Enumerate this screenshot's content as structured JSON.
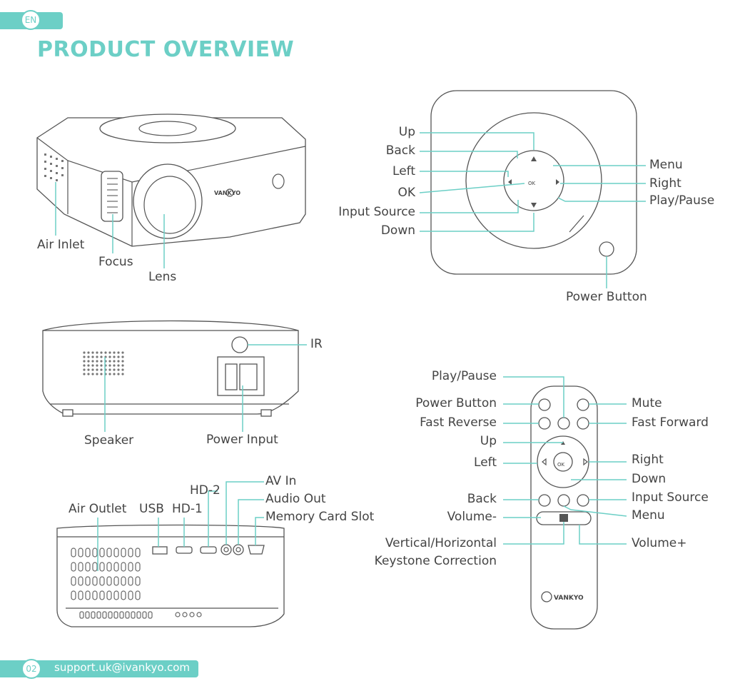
{
  "header": {
    "lang": "EN",
    "title": "PRODUCT OVERVIEW"
  },
  "top_view": {
    "brand": "VANKYO",
    "labels": {
      "air_inlet": "Air Inlet",
      "focus": "Focus",
      "lens": "Lens"
    }
  },
  "control_panel": {
    "labels": {
      "up": "Up",
      "back": "Back",
      "left": "Left",
      "ok": "OK",
      "input_source": "Input Source",
      "down": "Down",
      "menu": "Menu",
      "right": "Right",
      "play_pause": "Play/Pause",
      "power_button": "Power Button"
    },
    "ok_text": "OK"
  },
  "rear_view": {
    "labels": {
      "ir": "IR",
      "speaker": "Speaker",
      "power_input": "Power Input"
    }
  },
  "side_view": {
    "labels": {
      "air_outlet": "Air Outlet",
      "usb": "USB",
      "hd1": "HD-1",
      "hd2": "HD-2",
      "av_in": "AV In",
      "audio_out": "Audio Out",
      "memory_card_slot": "Memory Card Slot"
    }
  },
  "remote": {
    "brand": "VANKYO",
    "ok_text": "OK",
    "labels": {
      "play_pause": "Play/Pause",
      "power_button": "Power Button",
      "fast_reverse": "Fast Reverse",
      "up": "Up",
      "left": "Left",
      "back": "Back",
      "volume_minus": "Volume-",
      "keystone_1": "Vertical/Horizontal",
      "keystone_2": "Keystone Correction",
      "mute": "Mute",
      "fast_forward": "Fast Forward",
      "right": "Right",
      "down": "Down",
      "input_source": "Input Source",
      "menu": "Menu",
      "volume_plus": "Volume+"
    }
  },
  "footer": {
    "page": "02",
    "email": "support.uk@ivankyo.com"
  },
  "colors": {
    "accent": "#6ccfc6",
    "outline": "#555555"
  }
}
